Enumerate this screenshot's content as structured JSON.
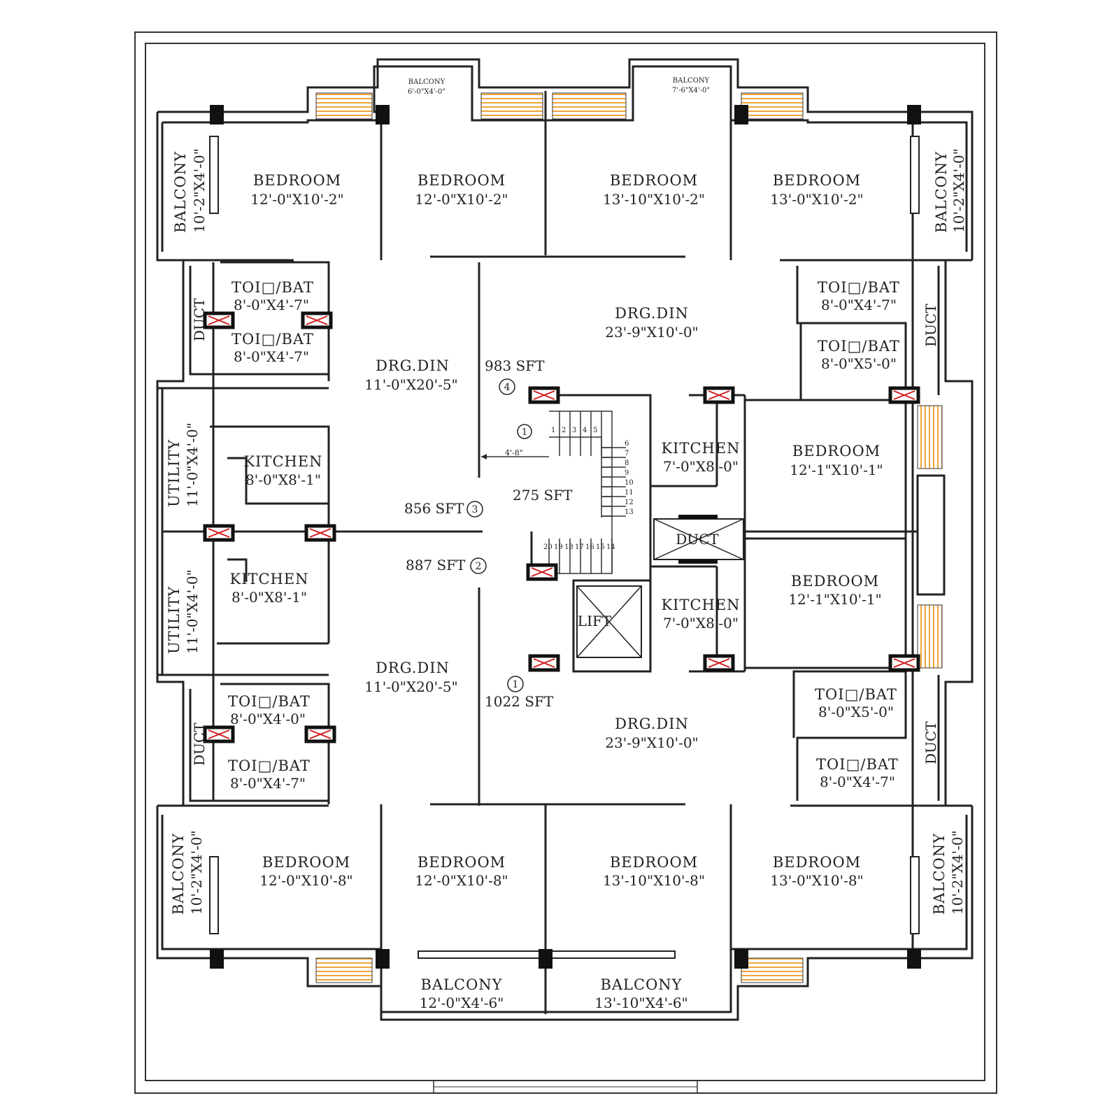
{
  "plan": {
    "colors": {
      "wall": "#222222",
      "window_glass": "#f3a43a",
      "door_mark": "#d32020",
      "column": "#111111"
    },
    "rooms": [
      {
        "key": "bed-tl1",
        "name": "BEDROOM",
        "dim": "12'-0\"X10'-2\""
      },
      {
        "key": "bed-tl2",
        "name": "BEDROOM",
        "dim": "12'-0\"X10'-2\""
      },
      {
        "key": "bed-tr1",
        "name": "BEDROOM",
        "dim": "13'-10\"X10'-2\""
      },
      {
        "key": "bed-tr2",
        "name": "BEDROOM",
        "dim": "13'-0\"X10'-2\""
      },
      {
        "key": "bal-l-top",
        "name": "BALCONY",
        "dim": "10'-2\"X4'-0\""
      },
      {
        "key": "bal-r-top",
        "name": "BALCONY",
        "dim": "10'-2\"X4'-0\""
      },
      {
        "key": "bal-top-a",
        "name": "BALCONY",
        "dim": "6'-0\"X4'-0\""
      },
      {
        "key": "bal-top-b",
        "name": "BALCONY",
        "dim": "7'-6\"X4'-0\""
      },
      {
        "key": "toi-l1",
        "name": "TOI□/BAT",
        "dim": "8'-0\"X4'-7\""
      },
      {
        "key": "toi-l2",
        "name": "TOI□/BAT",
        "dim": "8'-0\"X4'-7\""
      },
      {
        "key": "toi-r1",
        "name": "TOI□/BAT",
        "dim": "8'-0\"X4'-7\""
      },
      {
        "key": "toi-r2",
        "name": "TOI□/BAT",
        "dim": "8'-0\"X5'-0\""
      },
      {
        "key": "drg-top",
        "name": "DRG.DIN",
        "dim": "23'-9\"X10'-0\""
      },
      {
        "key": "drg-left-top",
        "name": "DRG.DIN",
        "dim": "11'-0\"X20'-5\""
      },
      {
        "key": "util-l1",
        "name": "UTILITY",
        "dim": "11'-0\"X4'-0\""
      },
      {
        "key": "kit-l1",
        "name": "KITCHEN",
        "dim": "8'-0\"X8'-1\""
      },
      {
        "key": "kit-r1",
        "name": "KITCHEN",
        "dim": "7'-0\"X8'-0\""
      },
      {
        "key": "bed-r-mid1",
        "name": "BEDROOM",
        "dim": "12'-1\"X10'-1\""
      },
      {
        "key": "util-l2",
        "name": "UTILITY",
        "dim": "11'-0\"X4'-0\""
      },
      {
        "key": "kit-l2",
        "name": "KITCHEN",
        "dim": "8'-0\"X8'-1\""
      },
      {
        "key": "kit-r2",
        "name": "KITCHEN",
        "dim": "7'-0\"X8'-0\""
      },
      {
        "key": "bed-r-mid2",
        "name": "BEDROOM",
        "dim": "12'-1\"X10'-1\""
      },
      {
        "key": "drg-left-bot",
        "name": "DRG.DIN",
        "dim": "11'-0\"X20'-5\""
      },
      {
        "key": "drg-bot",
        "name": "DRG.DIN",
        "dim": "23'-9\"X10'-0\""
      },
      {
        "key": "toi-l3",
        "name": "TOI□/BAT",
        "dim": "8'-0\"X4'-0\""
      },
      {
        "key": "toi-l4",
        "name": "TOI□/BAT",
        "dim": "8'-0\"X4'-7\""
      },
      {
        "key": "toi-r3",
        "name": "TOI□/BAT",
        "dim": "8'-0\"X5'-0\""
      },
      {
        "key": "toi-r4",
        "name": "TOI□/BAT",
        "dim": "8'-0\"X4'-7\""
      },
      {
        "key": "bed-bl1",
        "name": "BEDROOM",
        "dim": "12'-0\"X10'-8\""
      },
      {
        "key": "bed-bl2",
        "name": "BEDROOM",
        "dim": "12'-0\"X10'-8\""
      },
      {
        "key": "bed-br1",
        "name": "BEDROOM",
        "dim": "13'-10\"X10'-8\""
      },
      {
        "key": "bed-br2",
        "name": "BEDROOM",
        "dim": "13'-0\"X10'-8\""
      },
      {
        "key": "bal-l-bot",
        "name": "BALCONY",
        "dim": "10'-2\"X4'-0\""
      },
      {
        "key": "bal-r-bot",
        "name": "BALCONY",
        "dim": "10'-2\"X4'-0\""
      },
      {
        "key": "bal-bot-a",
        "name": "BALCONY",
        "dim": "12'-0\"X4'-6\""
      },
      {
        "key": "bal-bot-b",
        "name": "BALCONY",
        "dim": "13'-10\"X4'-6\""
      }
    ],
    "ducts": [
      "DUCT",
      "DUCT",
      "DUCT",
      "DUCT",
      "DUCT"
    ],
    "lift": "LIFT",
    "areas": [
      {
        "unit": "4",
        "label": "983  SFT"
      },
      {
        "unit": "3",
        "label": "856  SFT"
      },
      {
        "unit": "2",
        "label": "887  SFT"
      },
      {
        "unit": "1",
        "label": "1022  SFT"
      },
      {
        "unit": "",
        "label": "275  SFT"
      }
    ],
    "units": [
      "4",
      "3",
      "2",
      "1",
      "1"
    ],
    "stair": {
      "landing_dim": "4'-8\"",
      "steps_top": [
        "1",
        "2",
        "3",
        "4",
        "5"
      ],
      "steps_right": [
        "6",
        "7",
        "8",
        "9",
        "10",
        "11",
        "12",
        "13"
      ],
      "steps_bottom": [
        "20",
        "19",
        "18",
        "17",
        "16",
        "15",
        "14"
      ]
    }
  }
}
